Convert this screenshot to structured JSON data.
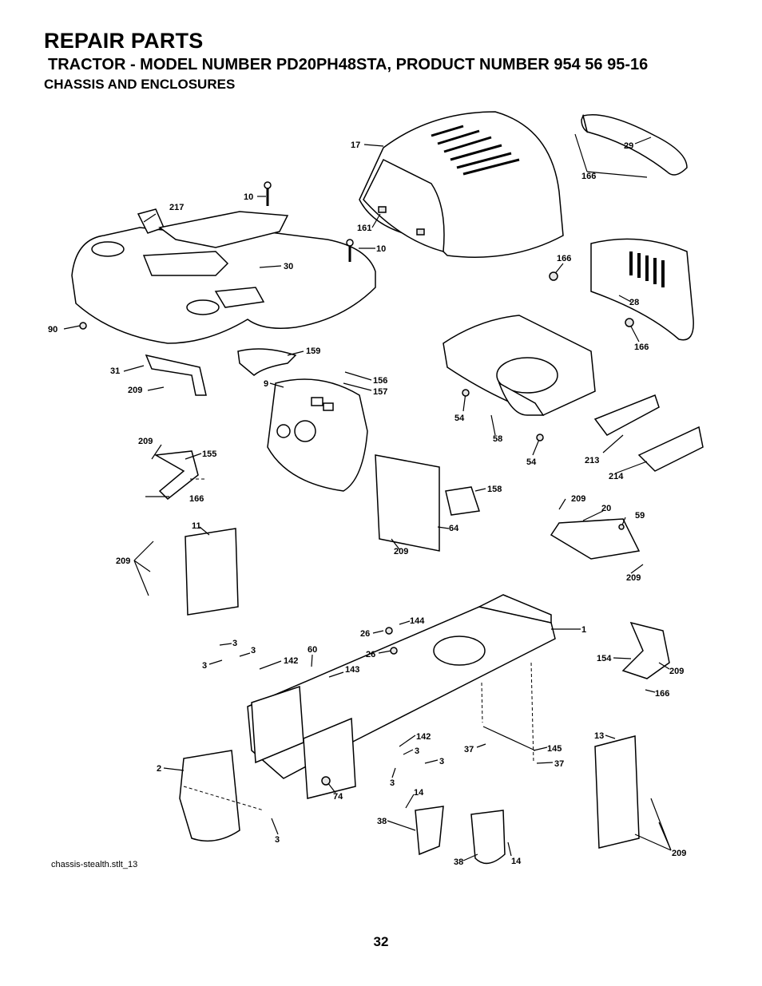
{
  "header": {
    "title": "REPAIR PARTS",
    "subtitle": "TRACTOR - MODEL NUMBER PD20PH48STA, PRODUCT NUMBER 954 56 95-16",
    "section": "CHASSIS AND ENCLOSURES"
  },
  "callouts": {
    "c17": "17",
    "c29": "29",
    "c166a": "166",
    "c10a": "10",
    "c217": "217",
    "c161": "161",
    "c10b": "10",
    "c30": "30",
    "c166b": "166",
    "c28": "28",
    "c90": "90",
    "c166c": "166",
    "c159": "159",
    "c31": "31",
    "c156": "156",
    "c9": "9",
    "c157": "157",
    "c209a": "209",
    "c54a": "54",
    "c58": "58",
    "c54b": "54",
    "c213": "213",
    "c214": "214",
    "c209b": "209",
    "c155": "155",
    "c166d": "166",
    "c158": "158",
    "c209c": "209",
    "c20": "20",
    "c59": "59",
    "c11": "11",
    "c64": "64",
    "c209d": "209",
    "c209e": "209",
    "c209f": "209",
    "c144": "144",
    "c26a": "26",
    "c1": "1",
    "c26b": "26",
    "c3a": "3",
    "c3b": "3",
    "c3c": "3",
    "c60": "60",
    "c142a": "142",
    "c143": "143",
    "c154": "154",
    "c209g": "209",
    "c166e": "166",
    "c142b": "142",
    "c13": "13",
    "c37a": "37",
    "c145": "145",
    "c3d": "3",
    "c3e": "3",
    "c37b": "37",
    "c2": "2",
    "c3f": "3",
    "c74": "74",
    "c14a": "14",
    "c38a": "38",
    "c3g": "3",
    "c38b": "38",
    "c14b": "14",
    "c209h": "209"
  },
  "caption": "chassis-stealth.stlt_13",
  "page_number": "32"
}
